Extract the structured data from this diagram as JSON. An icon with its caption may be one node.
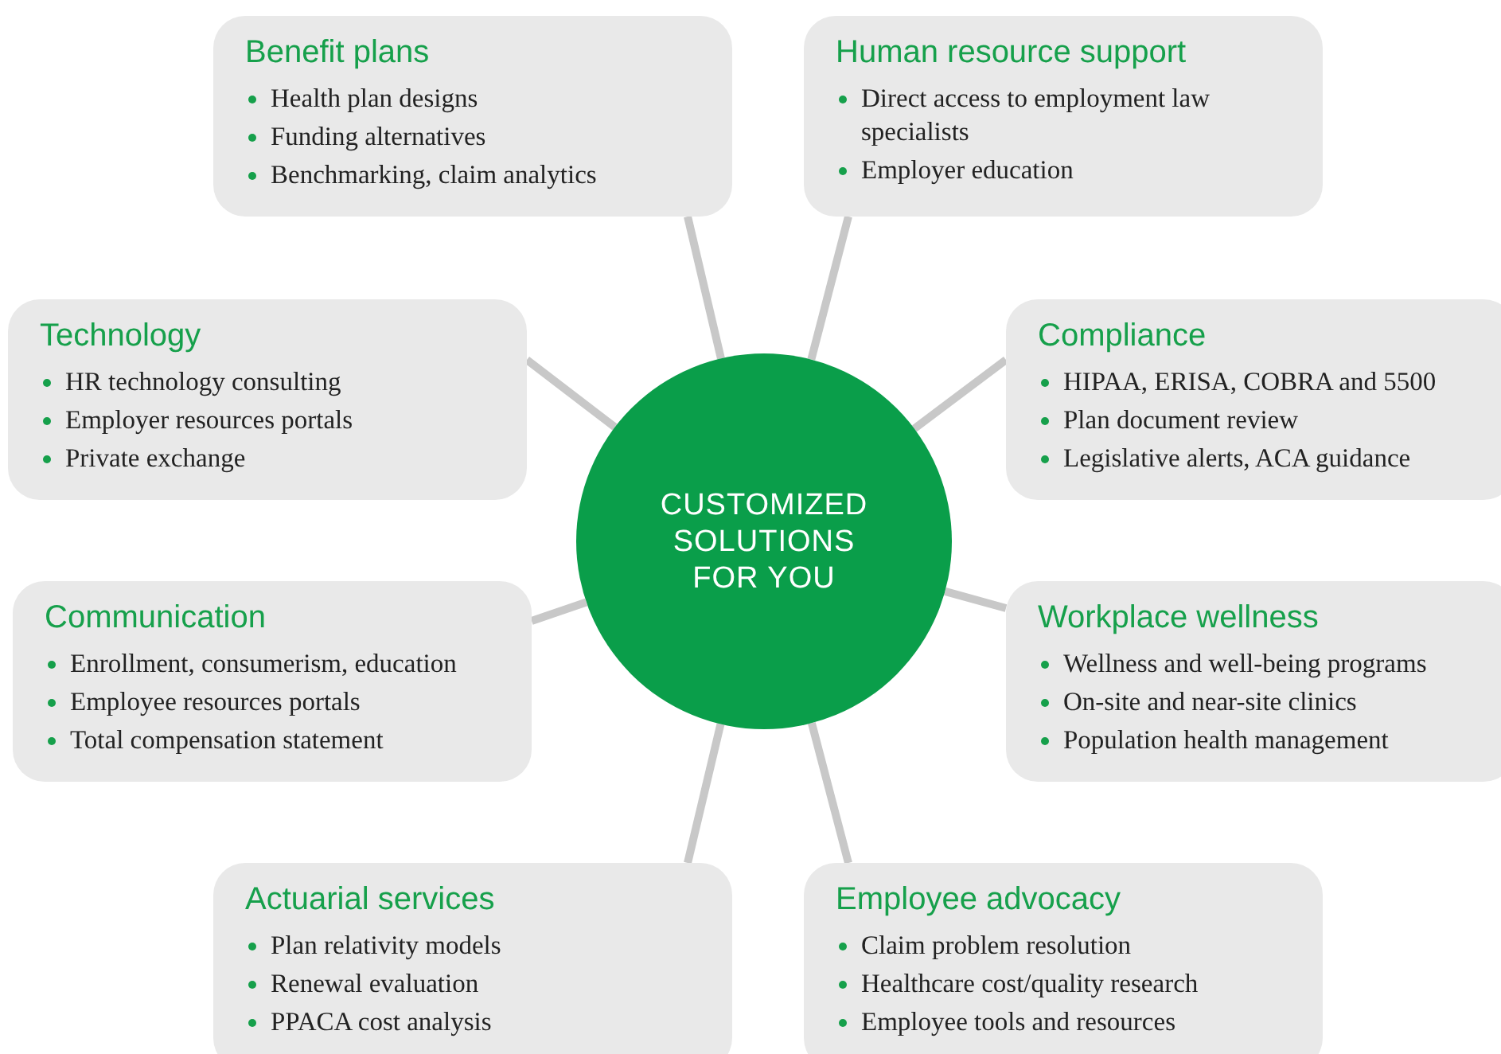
{
  "diagram": {
    "nodes": [
      {
        "text": [
          "Benefit plans",
          "Health plan designs",
          "Funding alternatives",
          "Benchmarking, claim analytics"
        ]
      },
      {
        "text": [
          "Human resource support",
          "Direct access to employment law specialists",
          "Employer education"
        ]
      },
      {
        "text": [
          "Technology",
          "HR technology consulting",
          "Employer resources portals",
          "Private exchange"
        ]
      },
      {
        "text": [
          "CUSTOMIZED SOLUTIONS FOR YOU"
        ]
      },
      {
        "text": [
          "Compliance",
          "HIPAA, ERISA, COBRA and 5500",
          "Plan document review",
          "Legislative alerts, ACA guidance"
        ]
      },
      {
        "text": [
          "Communication",
          "Enrollment, consumerism, education",
          "Employee resources portals",
          "Total compensation statement"
        ]
      },
      {
        "text": [
          "Workplace wellness",
          "Wellness and well-being programs",
          "On-site and near-site clinics",
          "Population health management"
        ]
      },
      {
        "text": [
          "Actuarial services",
          "Plan relativity models",
          "Renewal evaluation",
          "PPACA cost analysis"
        ]
      },
      {
        "text": [
          "Employee advocacy",
          "Claim problem resolution",
          "Healthcare cost/quality research",
          "Employee tools and resources"
        ]
      }
    ],
    "edges": [
      {
        "from": 3,
        "to": 0,
        "arrow": "none"
      },
      {
        "from": 3,
        "to": 1,
        "arrow": "none"
      },
      {
        "from": 3,
        "to": 2,
        "arrow": "none"
      },
      {
        "from": 3,
        "to": 4,
        "arrow": "none"
      },
      {
        "from": 3,
        "to": 5,
        "arrow": "none"
      },
      {
        "from": 3,
        "to": 6,
        "arrow": "none"
      },
      {
        "from": 3,
        "to": 7,
        "arrow": "none"
      },
      {
        "from": 3,
        "to": 8,
        "arrow": "none"
      }
    ]
  }
}
